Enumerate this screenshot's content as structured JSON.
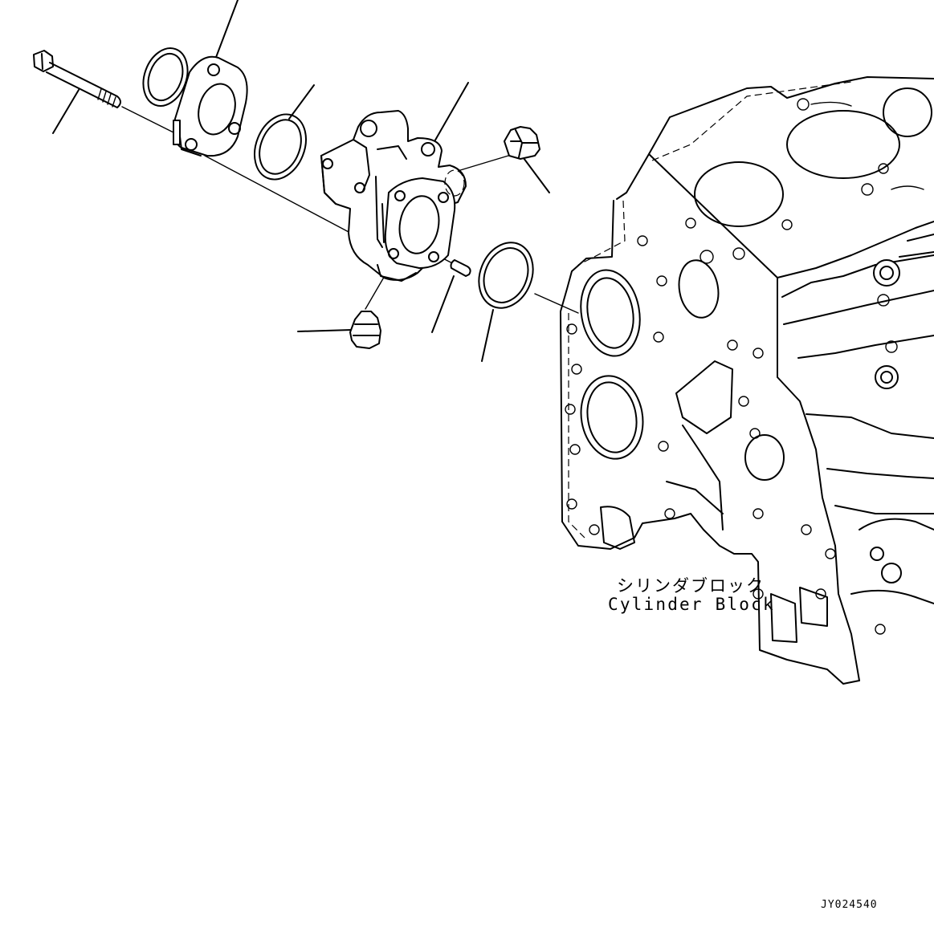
{
  "labels": {
    "block_jp": "シリンダブロック",
    "block_en": "Cylinder Block",
    "drawing_id": "JY024540"
  }
}
